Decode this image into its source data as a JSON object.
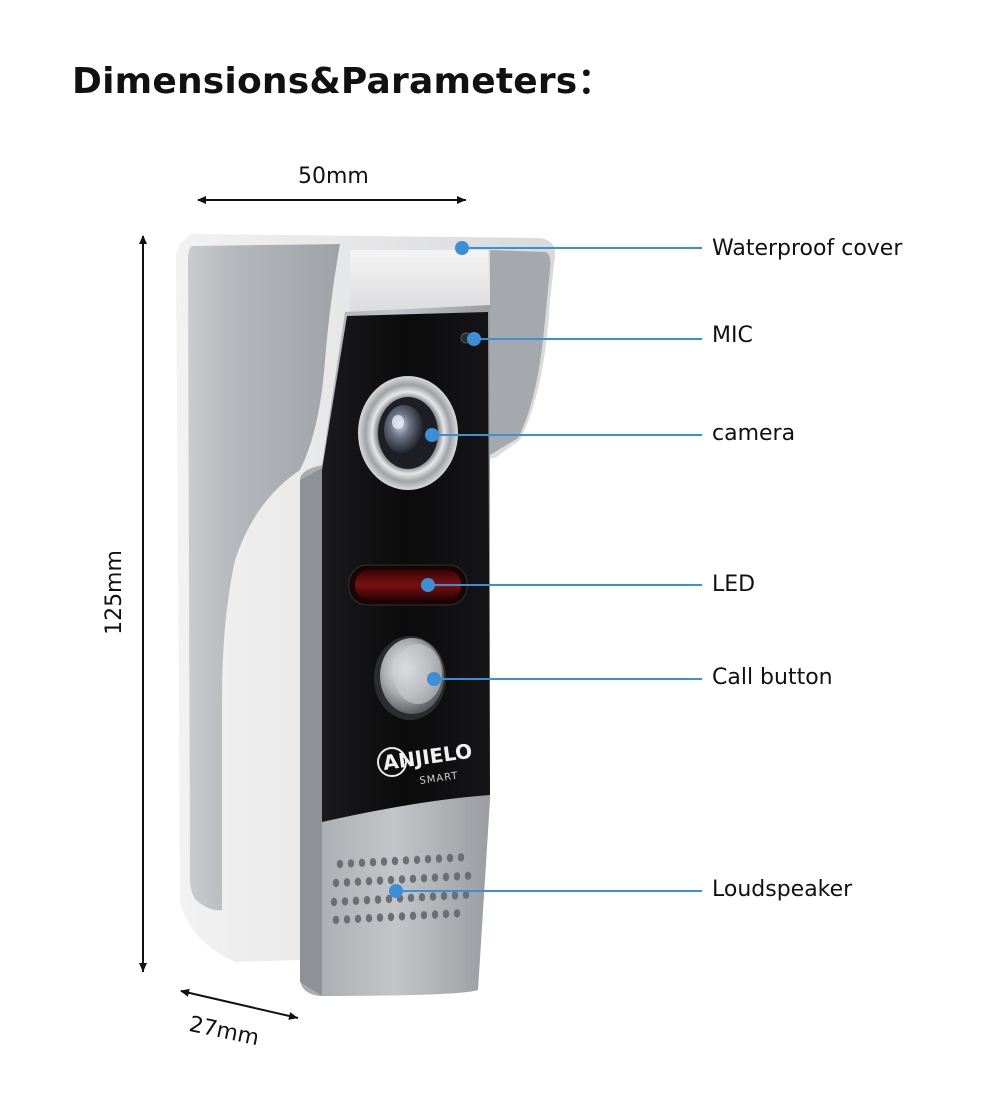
{
  "title": "Dimensions&Parameters：",
  "dimensions": {
    "width": "50mm",
    "height": "125mm",
    "depth": "27mm"
  },
  "callouts": [
    {
      "id": "cover",
      "label": "Waterproof cover"
    },
    {
      "id": "mic",
      "label": "MIC"
    },
    {
      "id": "camera",
      "label": "camera"
    },
    {
      "id": "led",
      "label": "LED"
    },
    {
      "id": "call",
      "label": "Call button"
    },
    {
      "id": "speaker",
      "label": "Loudspeaker"
    }
  ],
  "brand": {
    "name": "ANJIELO",
    "sub": "SMART"
  },
  "colors": {
    "callout_line": "#3a8fd6",
    "device_silver": "#b9bcc0",
    "panel_black": "#0c0c0e",
    "led_red": "#6a0c0c"
  }
}
